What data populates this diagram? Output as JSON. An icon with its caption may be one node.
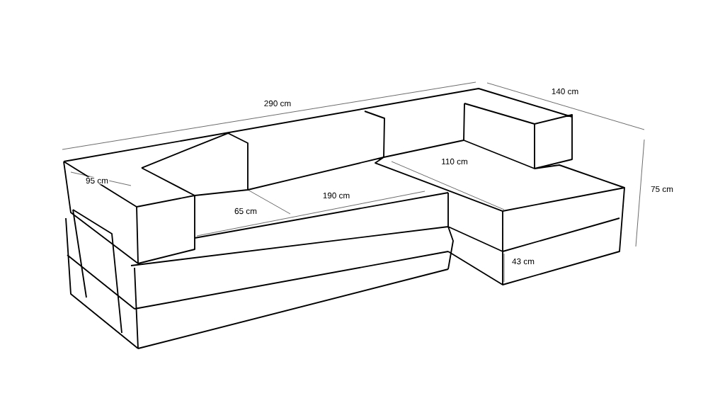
{
  "diagram": {
    "labels": [
      "290 cm",
      "140 cm",
      "95 cm",
      "110 cm",
      "190 cm",
      "65 cm",
      "75 cm",
      "43 cm"
    ]
  }
}
